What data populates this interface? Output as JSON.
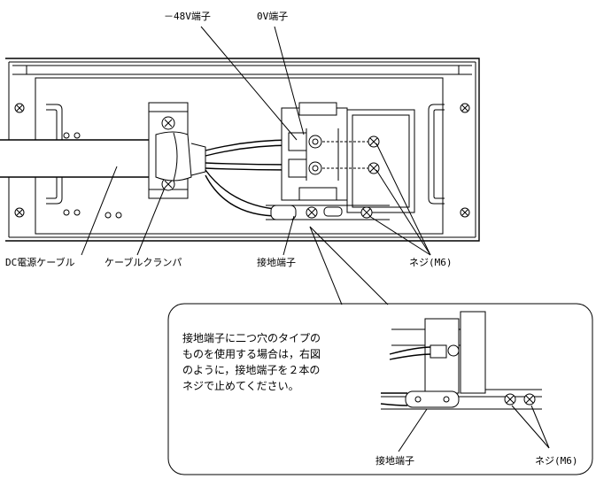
{
  "labels": {
    "neg48v_terminal": "－48V端子",
    "zero_v_terminal": "0V端子",
    "dc_power_cable": "DC電源ケーブル",
    "cable_clamper": "ケーブルクランパ",
    "ground_terminal": "接地端子",
    "screws_m6": "ネジ(M6)"
  },
  "callout": {
    "note_lines": [
      "接地端子に二つ穴のタイプの",
      "ものを使用する場合は，右図",
      "のように，接地端子を２本の",
      "ネジで止めてください。"
    ],
    "ground_terminal": "接地端子",
    "screws_m6": "ネジ(M6)"
  }
}
